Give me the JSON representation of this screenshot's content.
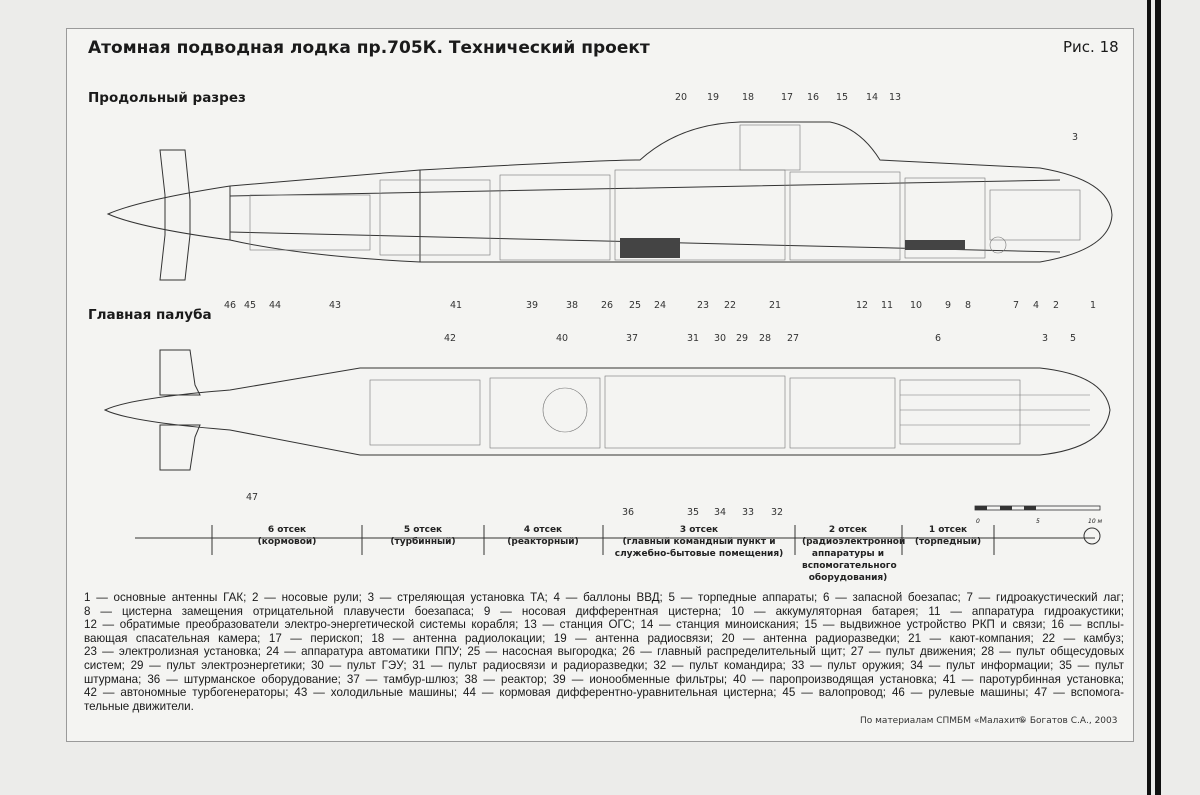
{
  "title": "Атомная подводная лодка пр.705К. Технический проект",
  "figure": "Рис. 18",
  "sections": {
    "side": "Продольный разрез",
    "plan": "Главная палуба"
  },
  "side_callouts_top": [
    "20",
    "19",
    "18",
    "17",
    "16",
    "15",
    "14",
    "13",
    "3"
  ],
  "side_callouts_bottom": [
    "46",
    "45",
    "44",
    "43",
    "41",
    "39",
    "38",
    "26",
    "25",
    "24",
    "23",
    "22",
    "21",
    "12",
    "11",
    "10",
    "9",
    "8",
    "7",
    "4",
    "2",
    "1"
  ],
  "plan_callouts_top": [
    "42",
    "40",
    "37",
    "31",
    "30",
    "29",
    "28",
    "27",
    "6",
    "3",
    "5"
  ],
  "plan_callouts_bottom": [
    "47",
    "36",
    "35",
    "34",
    "33",
    "32"
  ],
  "scale": {
    "labels": [
      "0",
      "5",
      "10 м"
    ]
  },
  "compartments": [
    {
      "name": "6 отсек",
      "desc": "(кормовой)"
    },
    {
      "name": "5 отсек",
      "desc": "(турбинный)"
    },
    {
      "name": "4 отсек",
      "desc": "(реакторный)"
    },
    {
      "name": "3 отсек",
      "desc": "(главный командный пункт и служебно-бытовые помещения)"
    },
    {
      "name": "2 отсек",
      "desc": "(радиоэлектронной аппаратуры и вспомогательного оборудования)"
    },
    {
      "name": "1 отсек",
      "desc": "(торпедный)"
    }
  ],
  "legend_lines": [
    "1 — основные антенны ГАК; 2 — носовые рули; 3 — стреляющая установка ТА; 4 — баллоны ВВД; 5 — торпедные аппараты; 6 — запасной боезапас; 7 — гидроакустический лаг;",
    "8 — цистерна замещения отрицательной плавучести боезапаса; 9 — носовая дифферентная цистерна; 10 — аккумуляторная батарея; 11 — аппаратура гидроакустики;",
    "12 — обратимые преобразователи электро-энергетической системы корабля; 13 — станция ОГС; 14 — станция миноискания; 15 — выдвижное устройство РКП и связи; 16 — всплы-",
    "вающая спасательная камера; 17 — перископ; 18 — антенна радиолокации; 19 — антенна радиосвязи; 20 — антенна радиоразведки; 21 — кают-компания; 22 — камбуз;",
    "23 — электролизная установка; 24 — аппаратура автоматики ППУ; 25 — насосная выгородка; 26 — главный распределительный щит; 27 — пульт движения; 28 — пульт общесудовых",
    "систем; 29 — пульт электроэнергетики; 30 — пульт ГЭУ; 31 — пульт радиосвязи и радиоразведки; 32 — пульт командира; 33 — пульт оружия; 34 — пульт информации; 35 — пульт",
    "штурмана; 36 — штурманское оборудование; 37 — тамбур-шлюз; 38 — реактор; 39 — ионообменные фильтры; 40 — паропроизводящая установка; 41 — паротурбинная установка;",
    "42 — автономные турбогенераторы; 43 — холодильные машины; 44 — кормовая дифферентно-уравнительная цистерна; 45 — валопровод; 46 — рулевые машины; 47 — вспомога-",
    "тельные движители."
  ],
  "footer": {
    "source": "По материалам СПМБМ «Малахит»",
    "copyright": "© Богатов С.А., 2003"
  }
}
